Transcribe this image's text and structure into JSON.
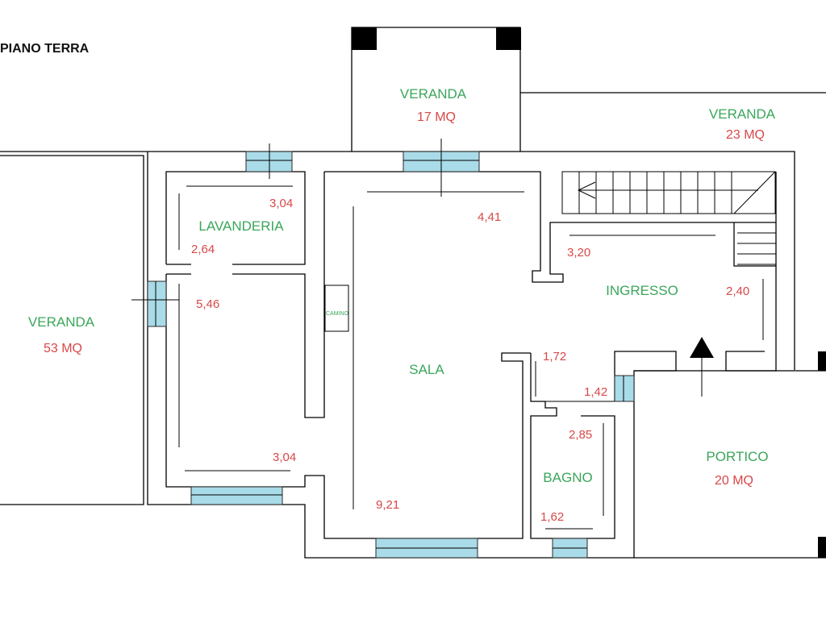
{
  "plan": {
    "title": "PIANO TERRA",
    "fireplace_label": "CAMINO",
    "rooms": {
      "veranda_top": {
        "name": "VERANDA",
        "area": "17 MQ"
      },
      "veranda_right": {
        "name": "VERANDA",
        "area": "23 MQ"
      },
      "veranda_left": {
        "name": "VERANDA",
        "area": "53 MQ"
      },
      "lavanderia": {
        "name": "LAVANDERIA"
      },
      "sala": {
        "name": "SALA"
      },
      "ingresso": {
        "name": "INGRESSO"
      },
      "bagno": {
        "name": "BAGNO"
      },
      "portico": {
        "name": "PORTICO",
        "area": "20 MQ"
      }
    },
    "dimensions": {
      "lav_top": "3,04",
      "lav_side": "2,64",
      "corridor_side": "5,46",
      "corridor_bottom": "3,04",
      "sala_top": "4,41",
      "sala_bottom": "9,21",
      "ingresso_top": "3,20",
      "ingresso_side": "2,40",
      "hall": "1,72",
      "bagno_door": "1,42",
      "bagno_side": "2,85",
      "bagno_bottom": "1,62"
    }
  },
  "colors": {
    "room_label": "#3aa65a",
    "dimension_label": "#d84848",
    "window_fill": "#a9dbe8",
    "wall": "#000000"
  }
}
